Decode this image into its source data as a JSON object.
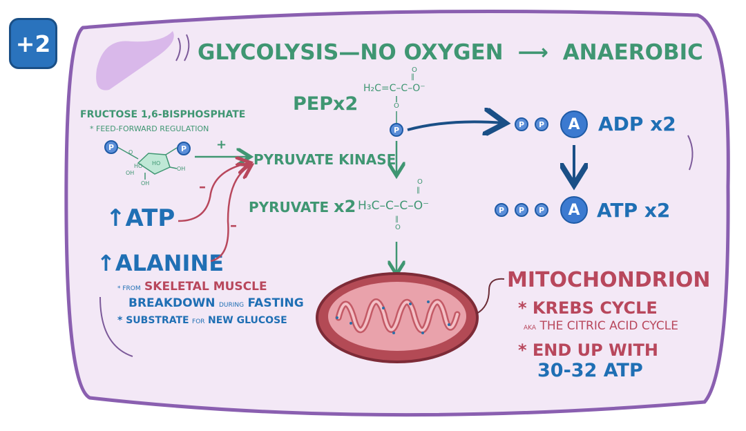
{
  "badge": {
    "label": "+2"
  },
  "title": {
    "main": "GLYCOLYSIS—NO OXYGEN",
    "arrow": "⟶",
    "anaerobic": "ANAEROBIC"
  },
  "pep": {
    "label": "PEP",
    "mult": "x2",
    "formula_top": "H₂C=C–C–O⁻",
    "carbonyl_o": "O",
    "ester_o": "O",
    "p": "P"
  },
  "fructose": {
    "name": "FRUCTOSE 1,6-BISPHOSPHATE",
    "note": "* FEED-FORWARD REGULATION",
    "ring_ho1": "HO",
    "ring_ho2": "HO",
    "ring_oh1": "OH",
    "ring_oh2": "OH",
    "ring_o": "O",
    "p": "P",
    "plus": "+"
  },
  "enzyme": {
    "name": "PYRUVATE KINASE"
  },
  "inhibitors": {
    "atp": "ATP",
    "alanine": "ALANINE",
    "up": "↑",
    "minus": "–",
    "note1_prefix": "* FROM",
    "note1_main": "SKELETAL MUSCLE",
    "note1_line2a": "BREAKDOWN",
    "note1_line2b": "DURING",
    "note1_line2c": "FASTING",
    "note2_a": "* SUBSTRATE",
    "note2_b": "FOR",
    "note2_c": "NEW GLUCOSE"
  },
  "pyruvate": {
    "label": "PYRUVATE",
    "mult": "x2",
    "formula": "H₃C–C–C–O⁻",
    "o1": "O",
    "o2": "O"
  },
  "adp": {
    "p": "P",
    "a": "A",
    "label": "ADP",
    "mult": "x2"
  },
  "atp": {
    "p": "P",
    "a": "A",
    "label": "ATP",
    "mult": "x2"
  },
  "mito": {
    "label": "MITOCHONDRION",
    "krebs": "* KREBS CYCLE",
    "aka_prefix": "AKA",
    "aka": "THE CITRIC ACID CYCLE",
    "endup": "* END UP WITH",
    "atp_count": "30-32 ATP"
  },
  "colors": {
    "green": "#3f9672",
    "blue": "#1f6fb4",
    "red": "#b8475c",
    "panel": "#f3e8f6",
    "border": "#8a5fb0"
  }
}
